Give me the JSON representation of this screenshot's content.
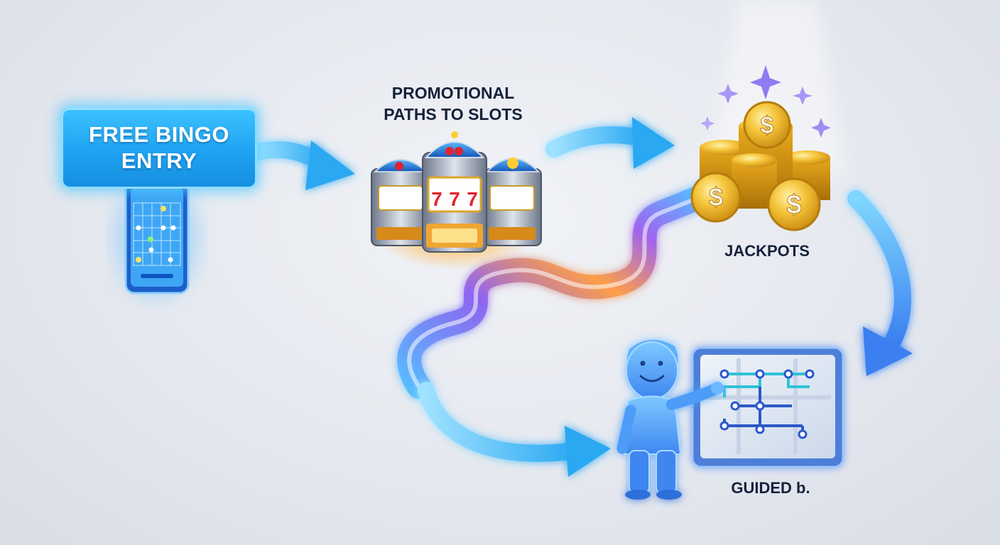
{
  "entry": {
    "title": "FREE BINGO\nENTRY"
  },
  "slots": {
    "title": "PROMOTIONAL\nPATHS TO SLOTS",
    "reel_symbols": [
      "7",
      "7",
      "7"
    ]
  },
  "jackpots": {
    "title": "JACKPOTS",
    "coin_symbol": "$"
  },
  "guided": {
    "title": "GUIDED b."
  },
  "colors": {
    "background": "#e4e7ee",
    "entry_blue": "#1fa3f2",
    "arrow_blue": "#38b6f5",
    "path_purple": "#8a5cf0",
    "path_orange": "#ff9a3c",
    "coin_gold": "#f2b81f",
    "text_dark": "#16213a"
  },
  "icons": [
    "phone-bingo-card-icon",
    "slot-machine-icon",
    "coin-stack-icon",
    "sparkle-icon",
    "guide-person-icon",
    "map-tablet-icon",
    "flow-arrow-icon"
  ]
}
